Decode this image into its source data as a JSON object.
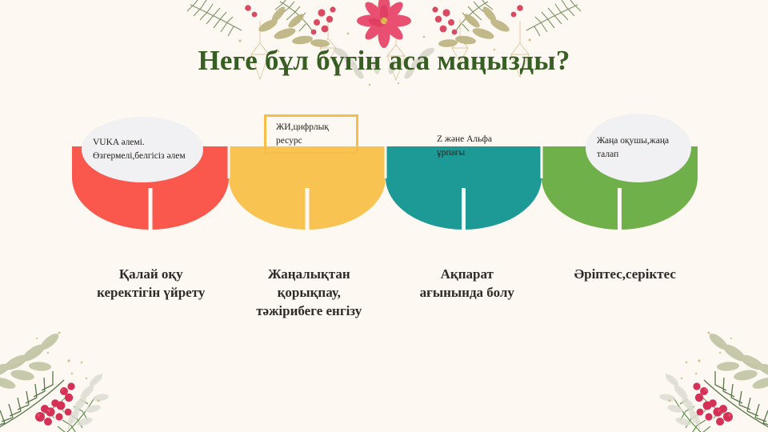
{
  "slide": {
    "title": "Неге бұл бүгін аса маңызды?",
    "background_color": "#FDF8F2",
    "title_color": "#375E23"
  },
  "banner": {
    "segments": [
      {
        "id": "vuka",
        "color": "#FA584C",
        "callout_label": "VUKA әлемі. Өзгермелі,белгісіз әлем",
        "callout_style": "ellipse",
        "caption": "Қалай оқу\nкеректігін үйрету"
      },
      {
        "id": "ai-digital",
        "color": "#F9C352",
        "callout_label": "ЖИ,цифрлық ресурс",
        "callout_style": "rectangle-outline",
        "caption": "Жаңалықтан\nқорықпау,\nтәжірибеге енгізу"
      },
      {
        "id": "gen-z-alpha",
        "color": "#1E9A96",
        "callout_label": "Z және Альфа ұрпағы",
        "callout_style": "plain",
        "caption": "Ақпарат\nағынында болу"
      },
      {
        "id": "new-learner",
        "color": "#6FB04A",
        "callout_label": "Жаңа оқушы,жаңа талап",
        "callout_style": "ellipse",
        "caption": "Әріптес,серіктес"
      }
    ]
  },
  "decorations": {
    "top_garland": "botanical-garland-icon",
    "bottom_left": "pine-berry-branch-icon",
    "bottom_right": "pine-berry-branch-icon"
  }
}
